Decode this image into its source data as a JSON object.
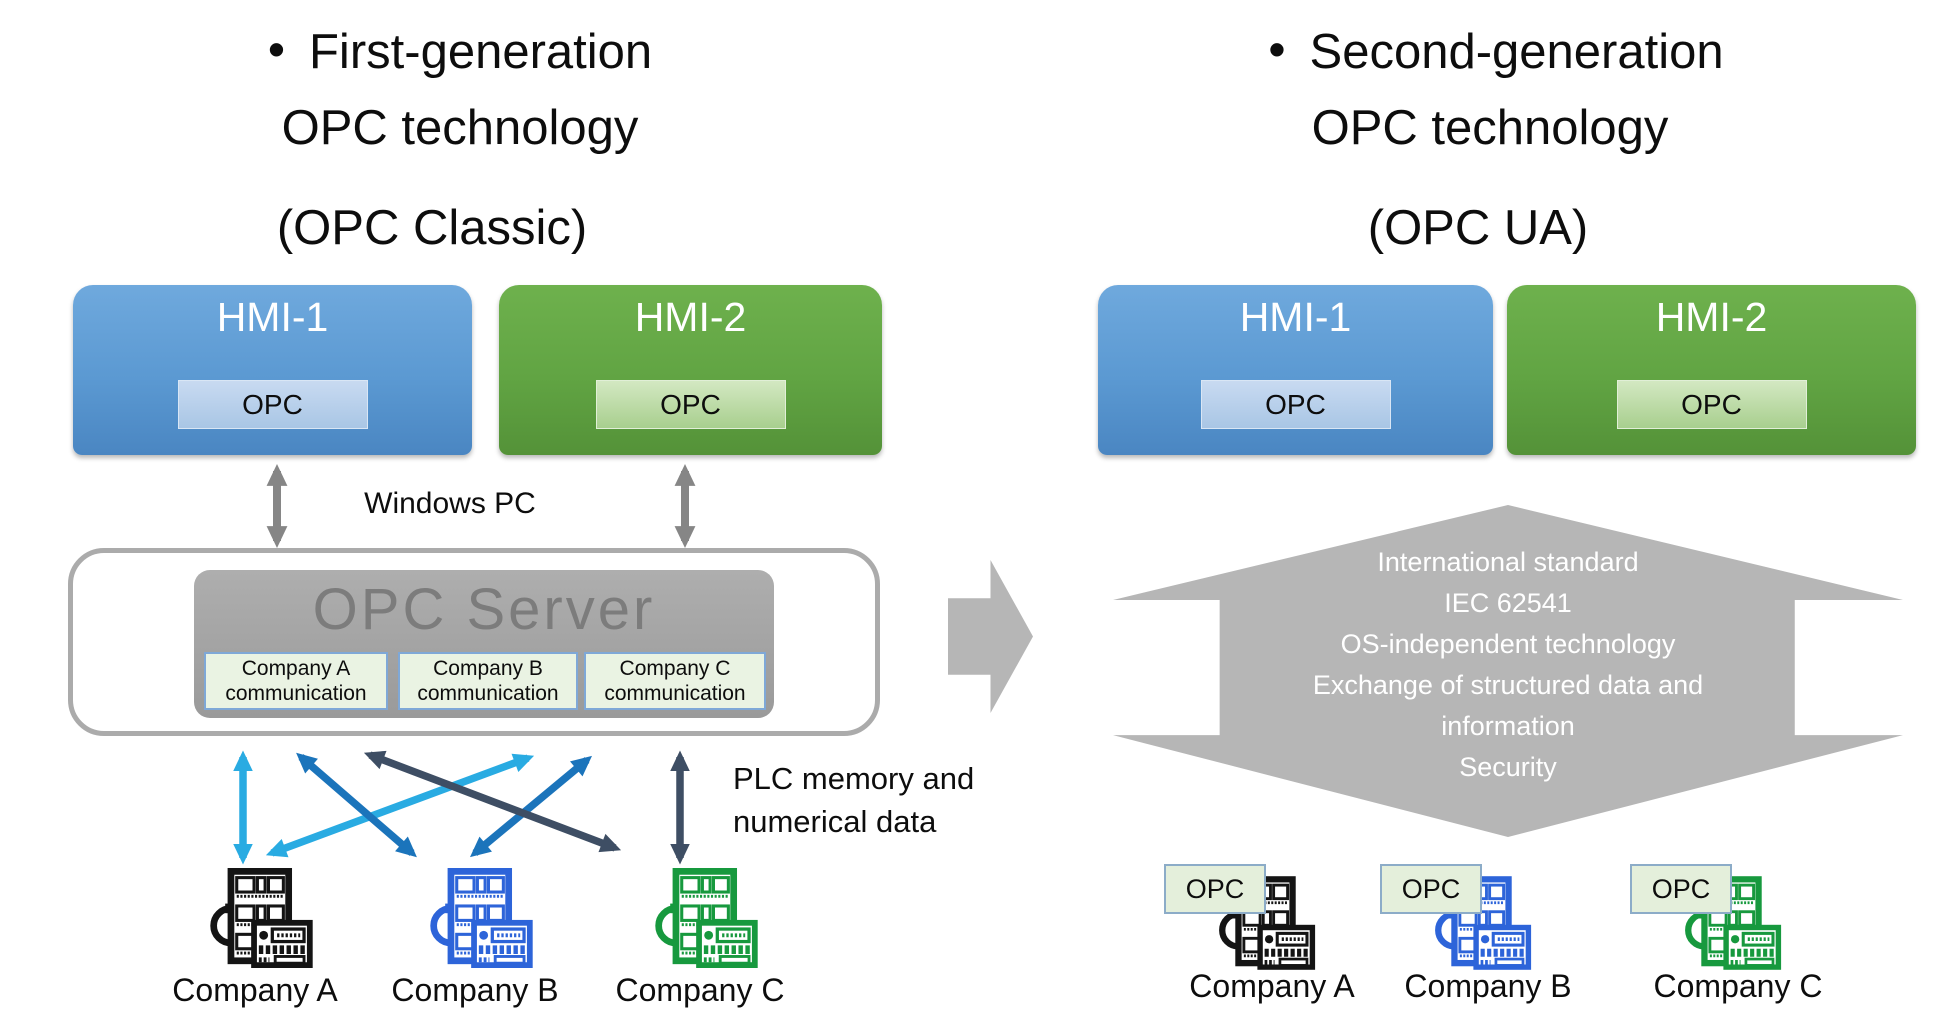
{
  "colors": {
    "hmi-blue-top": "#6fa9dd",
    "hmi-blue-mid": "#5b99d2",
    "hmi-blue-bottom": "#4a86c2",
    "hmi-green-top": "#6eb14d",
    "hmi-green-mid": "#61a443",
    "hmi-green-bottom": "#549238",
    "chip-blue-top": "#c8daf1",
    "chip-blue-bottom": "#a9c6e5",
    "chip-green-top": "#d3e8c2",
    "chip-green-bottom": "#a8cf8e",
    "server-gray-top": "#aeaeae",
    "server-gray-bottom": "#9a9a9a",
    "server-text": "#7c7c7c",
    "container-border": "#ababab",
    "comm-bg": "#eaf3e3",
    "comm-border": "#7fa8d7",
    "arrow-gray": "#868686",
    "arrow-cyan": "#29abe2",
    "arrow-blue": "#1b74bb",
    "arrow-slate": "#3e4e64",
    "banner-gray": "#b6b6b6",
    "badge-bg": "#e4efdb",
    "badge-border": "#8cacc8"
  },
  "left": {
    "bullet": "•",
    "title_line1": "First-generation",
    "title_line2": "OPC technology",
    "title_line3": "(OPC Classic)",
    "hmi1_label": "HMI-1",
    "hmi1_chip": "OPC",
    "hmi2_label": "HMI-2",
    "hmi2_chip": "OPC",
    "windows_pc": "Windows PC",
    "server_title": "OPC Server",
    "comm_modules": [
      {
        "line1": "Company A",
        "line2": "communication"
      },
      {
        "line1": "Company B",
        "line2": "communication"
      },
      {
        "line1": "Company C",
        "line2": "communication"
      }
    ],
    "plc_note_line1": "PLC memory and",
    "plc_note_line2": "numerical data",
    "companies": [
      {
        "name": "Company A",
        "color": "#141414"
      },
      {
        "name": "Company B",
        "color": "#2d64d9"
      },
      {
        "name": "Company C",
        "color": "#17993e"
      }
    ]
  },
  "right": {
    "bullet": "•",
    "title_line1": "Second-generation",
    "title_line2": "OPC technology",
    "title_line3": "(OPC UA)",
    "hmi1_label": "HMI-1",
    "hmi1_chip": "OPC",
    "hmi2_label": "HMI-2",
    "hmi2_chip": "OPC",
    "banner_lines": [
      "International standard",
      "IEC 62541",
      "OS-independent technology",
      "Exchange of structured data and",
      "information",
      "Security"
    ],
    "companies": [
      {
        "badge": "OPC",
        "name": "Company A",
        "color": "#141414"
      },
      {
        "badge": "OPC",
        "name": "Company B",
        "color": "#2d64d9"
      },
      {
        "badge": "OPC",
        "name": "Company C",
        "color": "#17993e"
      }
    ]
  }
}
